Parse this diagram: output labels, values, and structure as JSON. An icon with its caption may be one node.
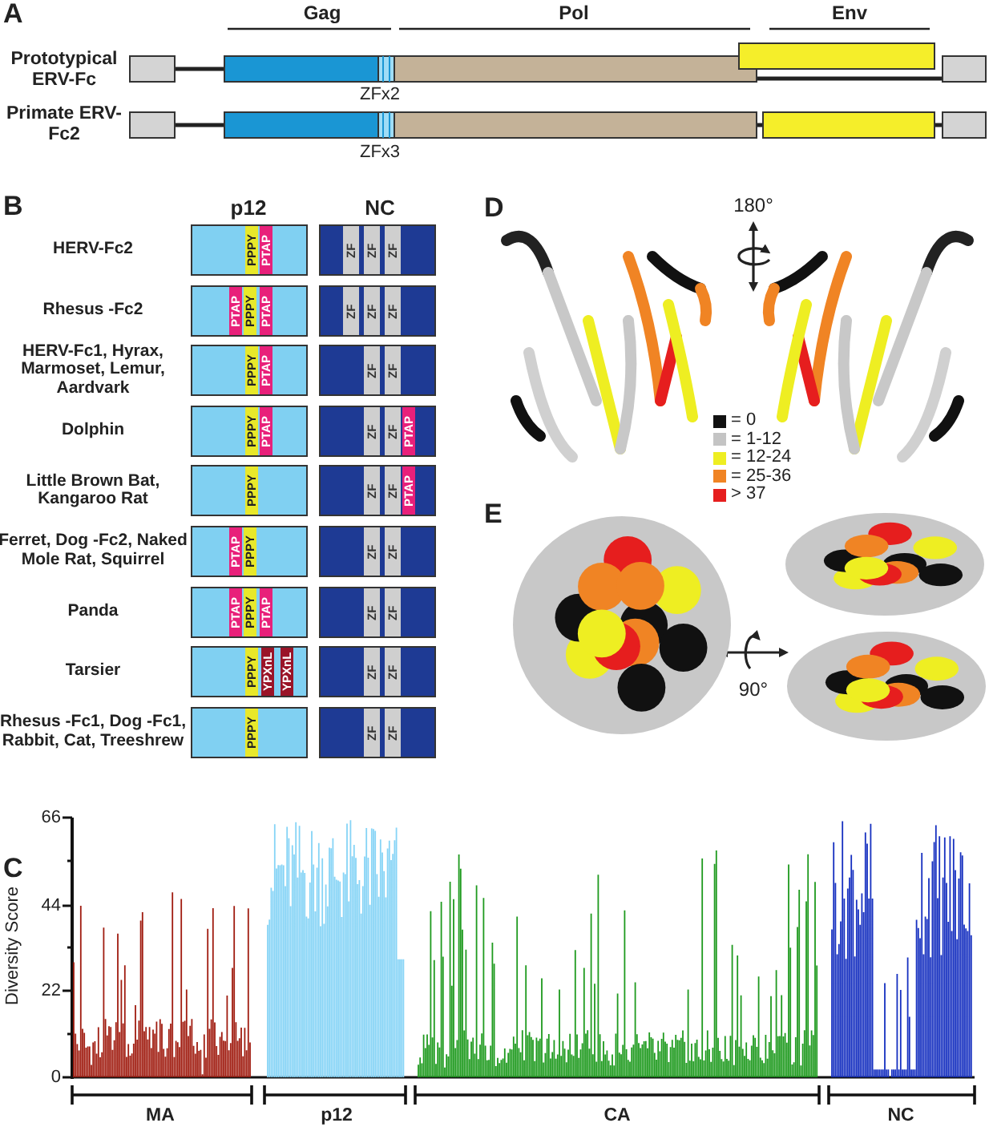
{
  "diagram": {
    "nodes": [
      {
        "text": [],
        "shape": "box"
      },
      {
        "text": [
          "PPPY"
        ],
        "in": 0
      },
      {
        "text": [
          "PTAP"
        ],
        "in": 0
      },
      {
        "text": [],
        "shape": "box"
      },
      {
        "text": [
          "ZF"
        ],
        "in": 3
      },
      {
        "text": [
          "ZF"
        ],
        "in": 3
      },
      {
        "text": [
          "ZF"
        ],
        "in": 3
      },
      {
        "text": [],
        "shape": "box"
      },
      {
        "text": [
          "PTAP"
        ],
        "in": 7
      },
      {
        "text": [
          "PPPY"
        ],
        "in": 7
      },
      {
        "text": [
          "PTAP"
        ],
        "in": 7
      },
      {
        "text": [],
        "shape": "box"
      },
      {
        "text": [
          "ZF"
        ],
        "in": 11
      },
      {
        "text": [
          "ZF"
        ],
        "in": 11
      },
      {
        "text": [
          "ZF"
        ],
        "in": 11
      },
      {
        "text": [],
        "shape": "box"
      },
      {
        "text": [
          "PPPY"
        ],
        "in": 15
      },
      {
        "text": [
          "PTAP"
        ],
        "in": 15
      },
      {
        "text": [],
        "shape": "box"
      },
      {
        "text": [
          "ZF"
        ],
        "in": 18
      },
      {
        "text": [
          "ZF"
        ],
        "in": 18
      },
      {
        "text": [],
        "shape": "box"
      },
      {
        "text": [
          "PPPY"
        ],
        "in": 21
      },
      {
        "text": [
          "PTAP"
        ],
        "in": 21
      },
      {
        "text": [],
        "shape": "box"
      },
      {
        "text": [
          "ZF"
        ],
        "in": 24
      },
      {
        "text": [
          "ZF"
        ],
        "in": 24
      },
      {
        "text": [
          "PTAP"
        ],
        "in": 24
      },
      {
        "text": [],
        "shape": "box"
      },
      {
        "text": [
          "PPPY"
        ],
        "in": 28
      },
      {
        "text": [],
        "shape": "box"
      },
      {
        "text": [
          "ZF"
        ],
        "in": 30
      },
      {
        "text": [
          "ZF"
        ],
        "in": 30
      },
      {
        "text": [
          "PTAP"
        ],
        "in": 30
      },
      {
        "text": [],
        "shape": "box"
      },
      {
        "text": [
          "PTAP"
        ],
        "in": 34
      },
      {
        "text": [
          "PPPY"
        ],
        "in": 34
      },
      {
        "text": [],
        "shape": "box"
      },
      {
        "text": [
          "ZF"
        ],
        "in": 37
      },
      {
        "text": [
          "ZF"
        ],
        "in": 37
      },
      {
        "text": [],
        "shape": "box"
      },
      {
        "text": [
          "PTAP"
        ],
        "in": 40
      },
      {
        "text": [
          "PPPY"
        ],
        "in": 40
      },
      {
        "text": [
          "PTAP"
        ],
        "in": 40
      },
      {
        "text": [],
        "shape": "box"
      },
      {
        "text": [
          "ZF"
        ],
        "in": 44
      },
      {
        "text": [
          "ZF"
        ],
        "in": 44
      },
      {
        "text": [],
        "shape": "box"
      },
      {
        "text": [
          "PPPY"
        ],
        "in": 47
      },
      {
        "text": [
          "YPXnL"
        ],
        "in": 47
      },
      {
        "text": [
          "YPXnL"
        ],
        "in": 47
      },
      {
        "text": [],
        "shape": "box"
      },
      {
        "text": [
          "ZF"
        ],
        "in": 51
      },
      {
        "text": [
          "ZF"
        ],
        "in": 51
      },
      {
        "text": [],
        "shape": "box"
      },
      {
        "text": [
          "PPPY"
        ],
        "in": 54
      },
      {
        "text": [],
        "shape": "box"
      },
      {
        "text": [
          "ZF"
        ],
        "in": 56
      },
      {
        "text": [
          "ZF"
        ],
        "in": 56
      }
    ],
    "labels": [
      "A",
      "Gag",
      "Pol",
      "Env",
      "Prototypical ERV-Fc",
      "ZFx2",
      "Primate ERV-Fc2",
      "ZFx3",
      "B",
      "p12",
      "NC",
      "HERV-Fc2",
      "Rhesus -Fc2",
      "HERV-Fc1, Hyrax, Marmoset, Lemur, Aardvark",
      "Dolphin",
      "Little Brown Bat, Kangaroo Rat",
      "Ferret, Dog -Fc2, Naked Mole Rat, Squirrel",
      "Panda",
      "Tarsier",
      "Rhesus -Fc1, Dog -Fc1, Rabbit, Cat, Treeshrew",
      "D",
      "180°",
      "E",
      "90°",
      "C",
      "66",
      "44",
      "22",
      "0",
      "Diversity Score",
      "MA",
      "p12",
      "CA",
      "NC"
    ],
    "legend": [
      {
        "text": "= 0",
        "color": "#111111"
      },
      {
        "text": "= 1-12",
        "color": "#c4c4c4"
      },
      {
        "text": "= 12-24",
        "color": "#eeee22"
      },
      {
        "text": "= 25-36",
        "color": "#f08424"
      },
      {
        "text": "> 37",
        "color": "#e61e1e"
      }
    ]
  }
}
